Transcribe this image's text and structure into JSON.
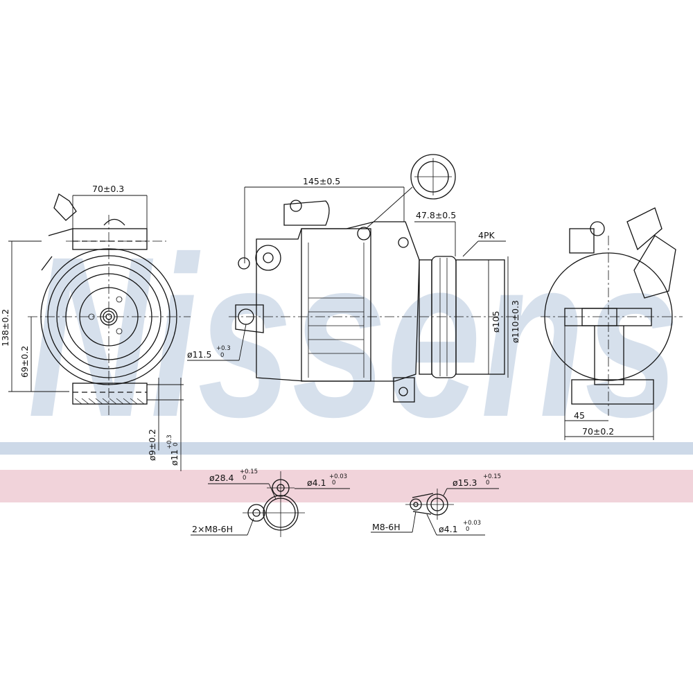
{
  "watermark": {
    "text": "Nissens",
    "color": "#c9d6e6"
  },
  "bands": {
    "blue": "#cdd9e8",
    "pink": "#f1d3da"
  },
  "front_view": {
    "width_dim": "70±0.3",
    "height_dim": "138±0.2",
    "center_dim": "69±0.2",
    "hole_dim": "ø9±0.2",
    "bore_dim": {
      "main": "ø11",
      "tol_upper": "+0.3",
      "tol_lower": "0"
    }
  },
  "side_view": {
    "length_dim": "145±0.5",
    "pulley_offset_dim": "47.8±0.5",
    "belt_label": "4PK",
    "pulley_inner_dim": "ø105",
    "pulley_outer_dim": "ø110±0.3",
    "mount_hole_dim": {
      "main": "ø11.5",
      "tol_upper": "+0.3",
      "tol_lower": "0"
    }
  },
  "rear_view": {
    "offset_dim": "45",
    "width_dim": "70±0.2"
  },
  "port_details": {
    "left": {
      "port_dim": {
        "main": "ø28.4",
        "tol_upper": "+0.15",
        "tol_lower": "0"
      },
      "pin_dim": {
        "main": "ø4.1",
        "tol_upper": "+0.03",
        "tol_lower": "0"
      },
      "thread": "2×M8-6H"
    },
    "right": {
      "port_dim": {
        "main": "ø15.3",
        "tol_upper": "+0.15",
        "tol_lower": "0"
      },
      "pin_dim": {
        "main": "ø4.1",
        "tol_upper": "+0.03",
        "tol_lower": "0"
      },
      "thread": "M8-6H"
    }
  }
}
